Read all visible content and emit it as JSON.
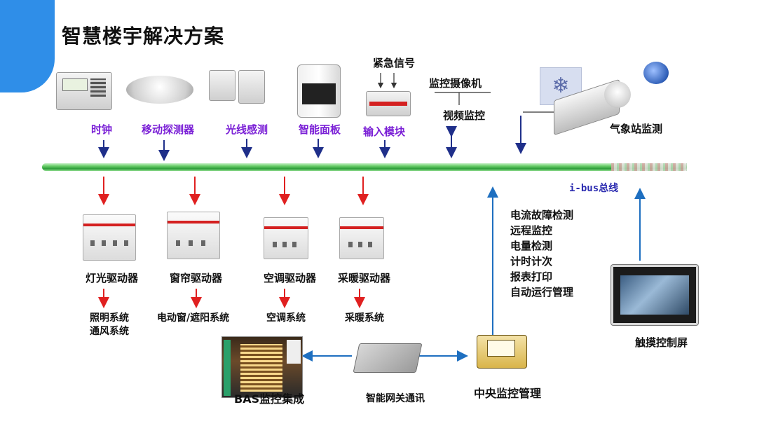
{
  "title": "智慧楼宇解决方案",
  "top_devices": [
    {
      "label": "时钟"
    },
    {
      "label": "移动探测器"
    },
    {
      "label": "光线感测"
    },
    {
      "label": "智能面板"
    },
    {
      "label": "输入模块"
    }
  ],
  "emergency_signal": "紧急信号",
  "camera": "监控摄像机",
  "video": "视频监控",
  "weather": "气象站监测",
  "bus_name": "i-bus总线",
  "actuators": [
    {
      "label": "灯光驱动器",
      "systems": [
        "照明系统",
        "通风系统"
      ]
    },
    {
      "label": "窗帘驱动器",
      "systems": [
        "电动窗/遮阳系统"
      ]
    },
    {
      "label": "空调驱动器",
      "systems": [
        "空调系统"
      ]
    },
    {
      "label": "采暖驱动器",
      "systems": [
        "采暖系统"
      ]
    }
  ],
  "functions": [
    "电流故障检测",
    "远程监控",
    "电量检测",
    "计时计次",
    "报表打印",
    "自动运行管理"
  ],
  "touch_screen": "触摸控制屏",
  "bas": "BAS监控集成",
  "gateway": "智能网关通讯",
  "central": "中央监控管理",
  "colors": {
    "accent": "#2f8ee8",
    "sensor_label": "#7a1fd6",
    "down_arrow": "#e02020",
    "bus_arrow": "#1f2f8a",
    "link_arrow": "#1e6fc0"
  }
}
